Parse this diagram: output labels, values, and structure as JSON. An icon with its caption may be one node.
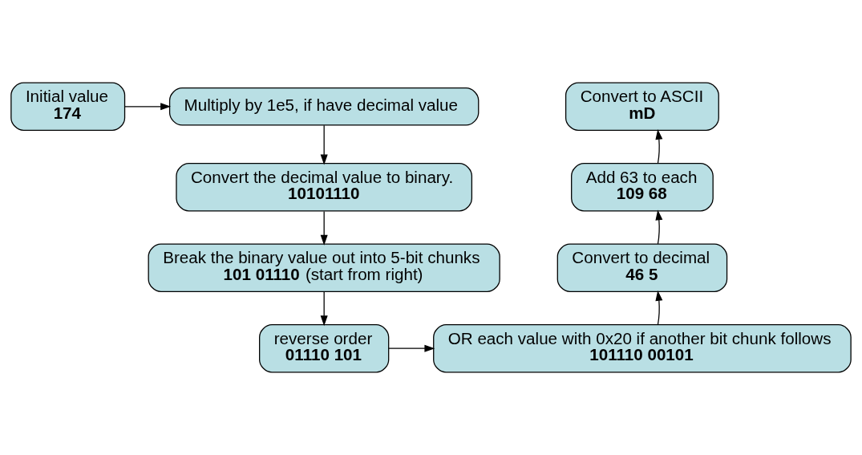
{
  "diagram": {
    "nodes": [
      {
        "text": [
          "Initial value",
          "174"
        ]
      },
      {
        "text": [
          "Multiply by 1e5, if have decimal value"
        ]
      },
      {
        "text": [
          "Convert the decimal value to binary.",
          "10101110"
        ]
      },
      {
        "text": [
          "Break the binary value out into 5-bit chunks",
          "**101 01110** (start from right)"
        ]
      },
      {
        "text": [
          "reverse order",
          "01110 101"
        ]
      },
      {
        "text": [
          "OR each value with 0x20 if another bit chunk follows",
          "101110 00101"
        ]
      },
      {
        "text": [
          "Convert to decimal",
          "46 5"
        ]
      },
      {
        "text": [
          "Add 63 to each",
          "109 68"
        ]
      },
      {
        "text": [
          "Convert to ASCII",
          "mD"
        ]
      }
    ],
    "edges": [
      {
        "from": 0,
        "to": 1,
        "arrow": "to"
      },
      {
        "from": 1,
        "to": 2,
        "arrow": "to"
      },
      {
        "from": 2,
        "to": 3,
        "arrow": "to"
      },
      {
        "from": 3,
        "to": 4,
        "arrow": "to"
      },
      {
        "from": 4,
        "to": 5,
        "arrow": "to"
      },
      {
        "from": 5,
        "to": 6,
        "arrow": "to"
      },
      {
        "from": 6,
        "to": 7,
        "arrow": "to"
      },
      {
        "from": 7,
        "to": 8,
        "arrow": "to"
      }
    ]
  }
}
